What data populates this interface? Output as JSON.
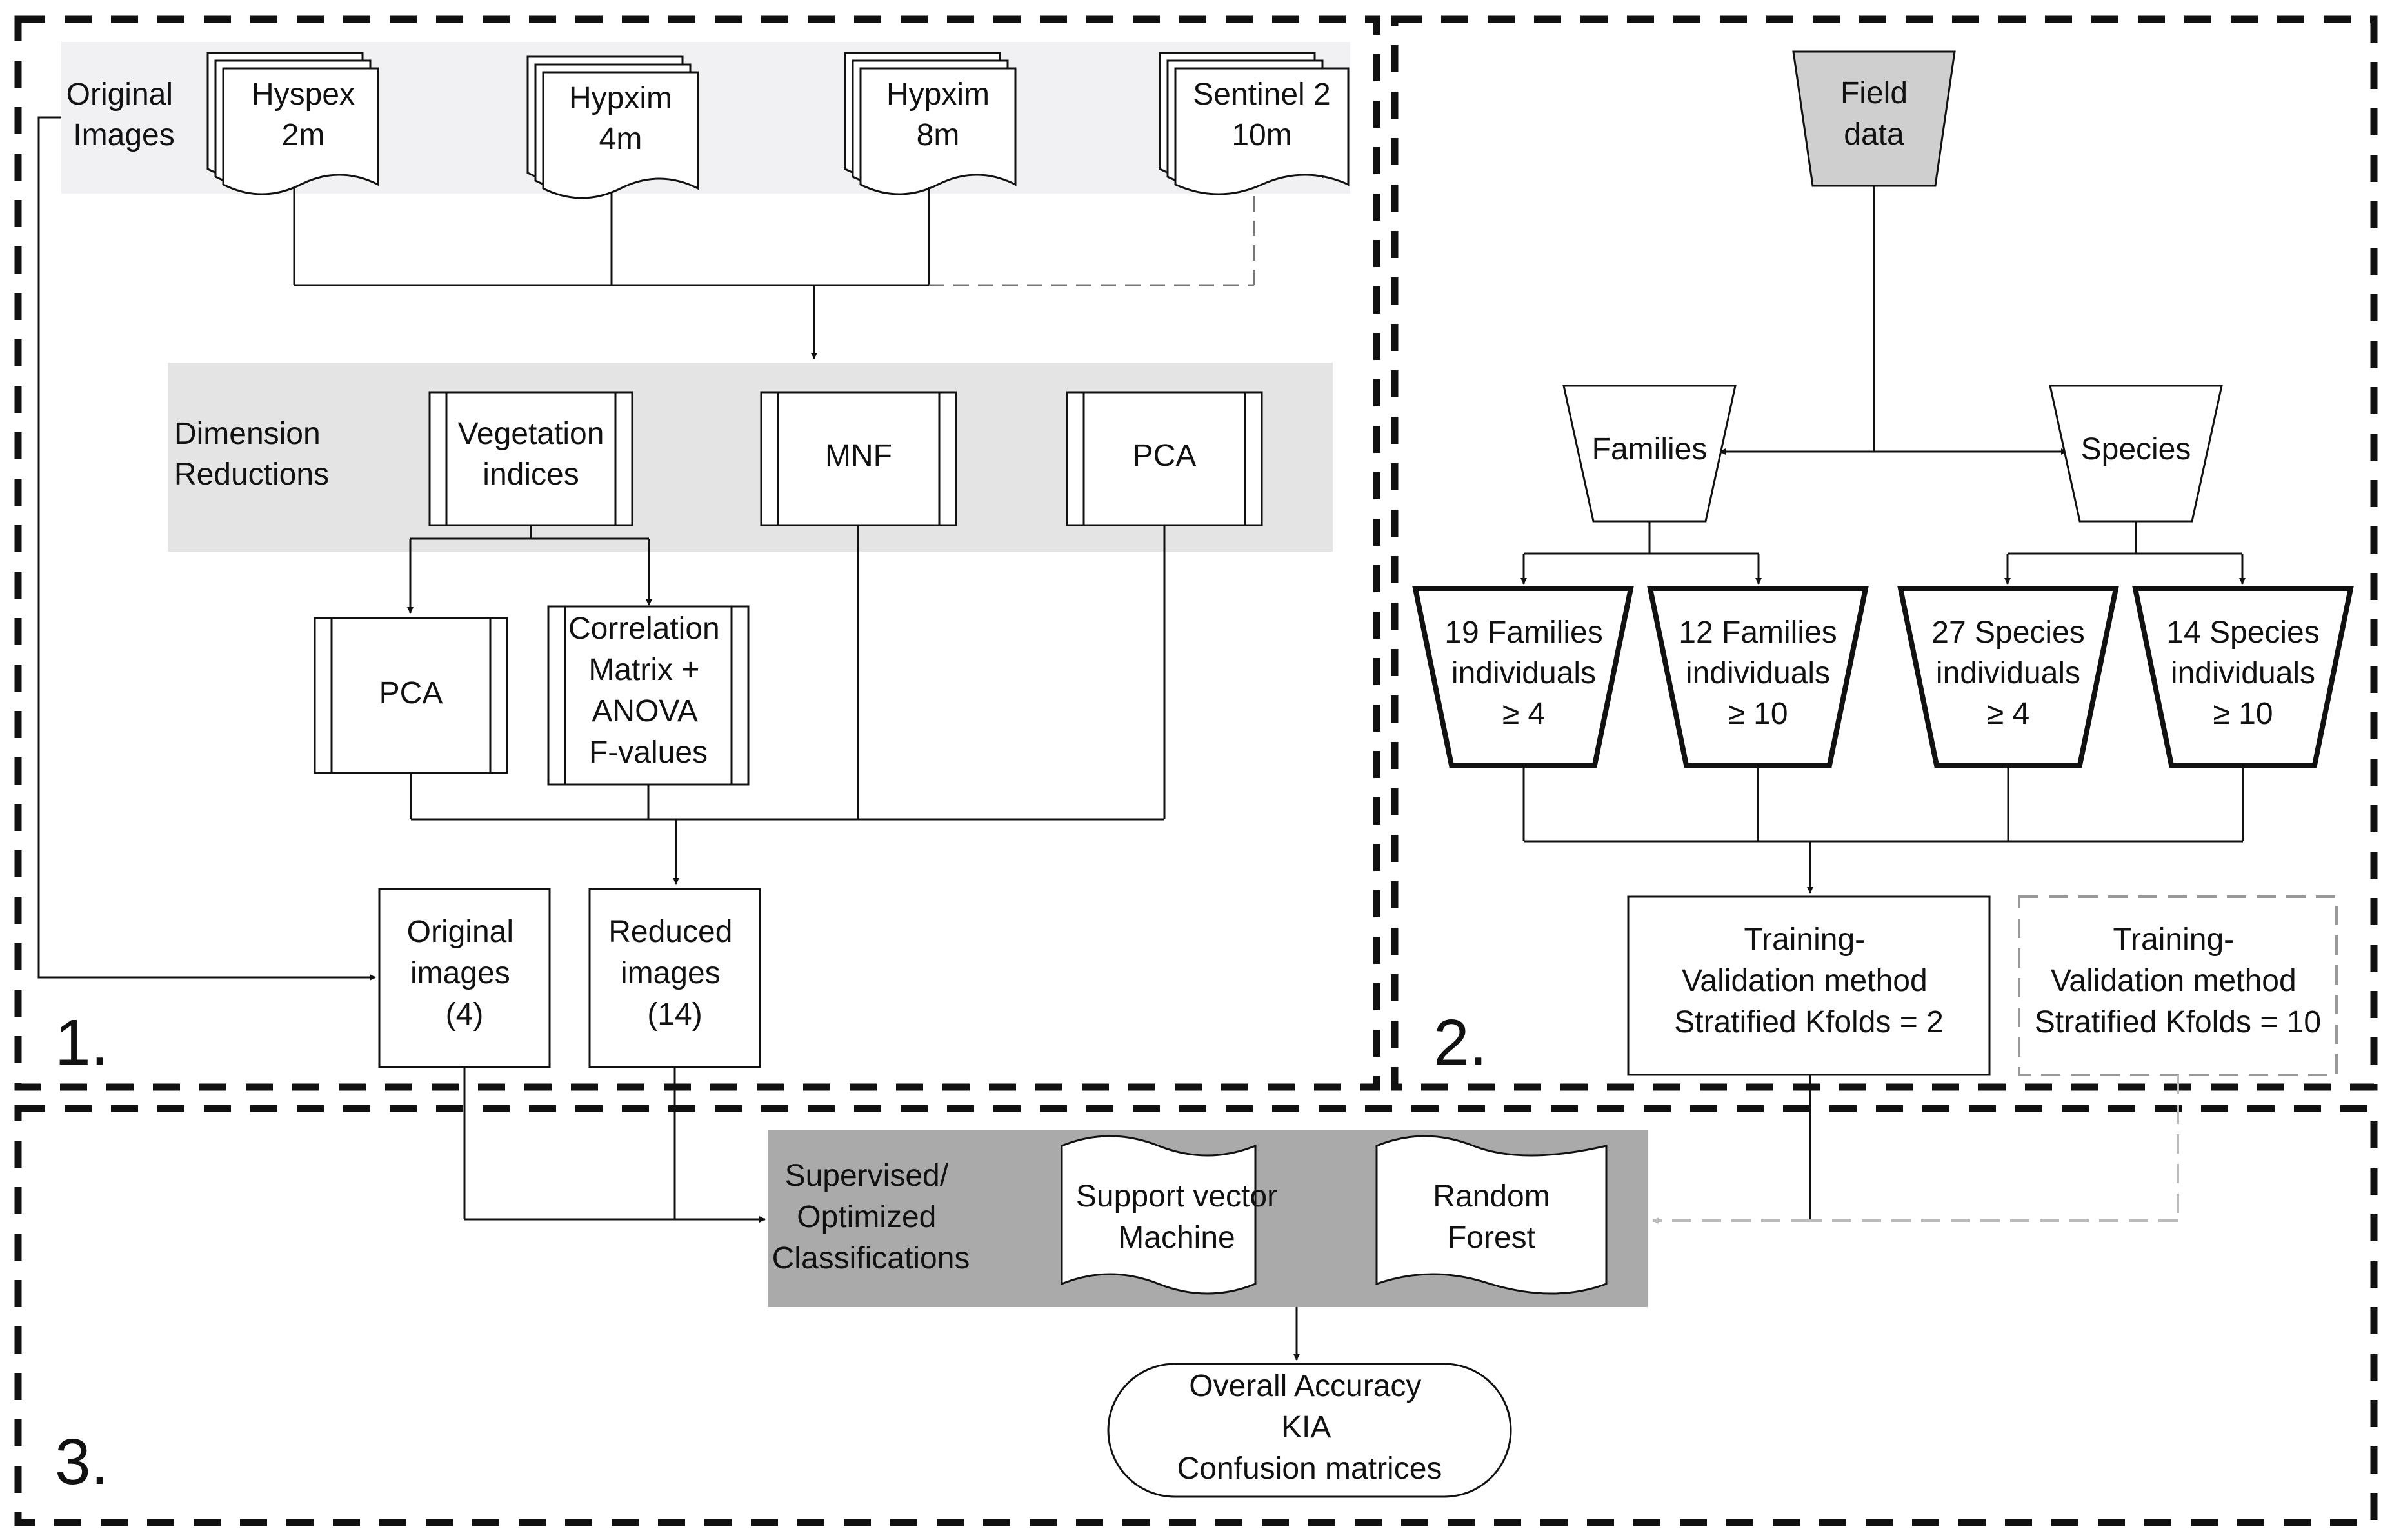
{
  "section_numbers": {
    "s1": "1.",
    "s2": "2.",
    "s3": "3."
  },
  "section1": {
    "original_images_label": [
      "Original",
      "Images"
    ],
    "images": [
      {
        "name": "Hyspex",
        "res": "2m"
      },
      {
        "name": "Hypxim",
        "res": "4m"
      },
      {
        "name": "Hypxim",
        "res": "8m"
      },
      {
        "name": "Sentinel 2",
        "res": "10m"
      }
    ],
    "dimension_label": [
      "Dimension",
      "Reductions"
    ],
    "vegetation_indices": [
      "Vegetation",
      "indices"
    ],
    "mnf": "MNF",
    "pca_top": "PCA",
    "pca_sub": "PCA",
    "correlation": [
      "Correlation",
      "Matrix +",
      "ANOVA",
      "F-values"
    ],
    "original_out": [
      "Original",
      "images",
      "(4)"
    ],
    "reduced_out": [
      "Reduced",
      "images",
      "(14)"
    ]
  },
  "section2": {
    "field_data": [
      "Field",
      "data"
    ],
    "families": "Families",
    "species": "Species",
    "groups": [
      [
        "19 Families",
        "individuals",
        "≥ 4"
      ],
      [
        "12 Families",
        "individuals",
        "≥ 10"
      ],
      [
        "27 Species",
        "individuals",
        "≥ 4"
      ],
      [
        "14 Species",
        "individuals",
        "≥ 10"
      ]
    ],
    "validation_2": [
      "Training-",
      "Validation method",
      "Stratified Kfolds = 2"
    ],
    "validation_10": [
      "Training-",
      "Validation method",
      "Stratified Kfolds = 10"
    ]
  },
  "section3": {
    "classification_label": [
      "Supervised/",
      "Optimized",
      "Classifications"
    ],
    "svm": [
      "Support vector",
      "Machine"
    ],
    "rf": [
      "Random",
      "Forest"
    ],
    "outputs": [
      "Overall Accuracy",
      "KIA",
      "Confusion matrices"
    ]
  },
  "colors": {
    "panel_light": "#f1f0f3",
    "panel_mid": "#e4e4e4",
    "panel_dark": "#aaaaaa",
    "field_fill": "#cfcfcf"
  }
}
